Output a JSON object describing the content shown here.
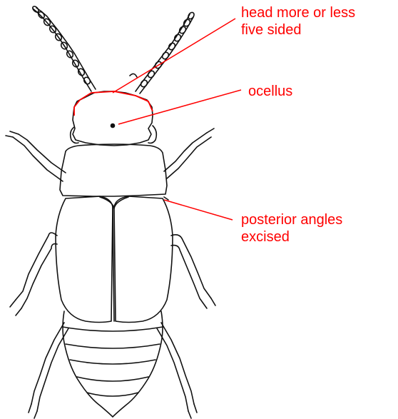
{
  "annotations": [
    {
      "lines": [
        "head more or less",
        "five sided"
      ]
    },
    {
      "lines": [
        "ocellus"
      ]
    },
    {
      "lines": [
        "posterior angles",
        "excised"
      ]
    }
  ],
  "colors": {
    "annotation": "#ff0000",
    "drawing": "#111111",
    "background": "#ffffff"
  }
}
